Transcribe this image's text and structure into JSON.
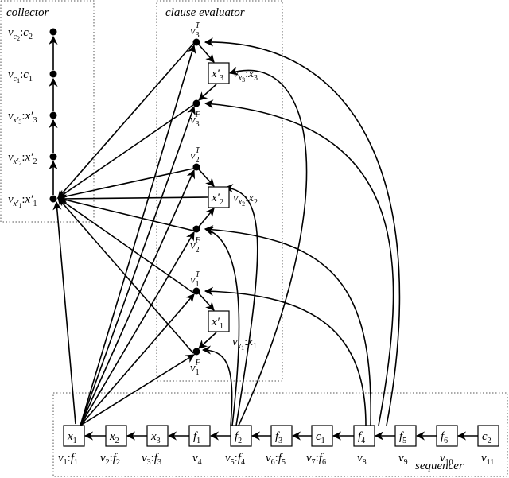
{
  "regions": {
    "collector": "collector",
    "clause_evaluator": "clause evaluator",
    "sequencer": "sequencer"
  },
  "collector_nodes": [
    {
      "id": "vc2",
      "v": "v",
      "vsub": "c",
      "vsub2": "2",
      "name": "c",
      "nsub": "2"
    },
    {
      "id": "vc1",
      "v": "v",
      "vsub": "c",
      "vsub2": "1",
      "name": "c",
      "nsub": "1"
    },
    {
      "id": "vx3p",
      "v": "v",
      "vsub": "x′",
      "vsub2": "3",
      "name": "x′",
      "nsub": "3"
    },
    {
      "id": "vx2p",
      "v": "v",
      "vsub": "x′",
      "vsub2": "2",
      "name": "x′",
      "nsub": "2"
    },
    {
      "id": "vx1p",
      "v": "v",
      "vsub": "x′",
      "vsub2": "1",
      "name": "x′",
      "nsub": "1"
    }
  ],
  "clause_nodes": [
    {
      "id": "v3T",
      "base": "v",
      "sub": "3",
      "sup": "T"
    },
    {
      "id": "v3F",
      "base": "v",
      "sub": "3",
      "sup": "F"
    },
    {
      "id": "v2T",
      "base": "v",
      "sub": "2",
      "sup": "T"
    },
    {
      "id": "v2F",
      "base": "v",
      "sub": "2",
      "sup": "F"
    },
    {
      "id": "v1T",
      "base": "v",
      "sub": "1",
      "sup": "T"
    },
    {
      "id": "v1F",
      "base": "v",
      "sub": "1",
      "sup": "F"
    }
  ],
  "clause_boxes": [
    {
      "id": "x3p",
      "name": "x′",
      "sub": "3",
      "label_v": "v",
      "label_vsub": "x",
      "label_vsub2": "3",
      "label_name": "x",
      "label_nsub": "3"
    },
    {
      "id": "x2p",
      "name": "x′",
      "sub": "2",
      "label_v": "v",
      "label_vsub": "x",
      "label_vsub2": "2",
      "label_name": "x",
      "label_nsub": "2"
    },
    {
      "id": "x1p",
      "name": "x′",
      "sub": "1",
      "label_v": "v",
      "label_vsub": "x",
      "label_vsub2": "1",
      "label_name": "x",
      "label_nsub": "1"
    }
  ],
  "sequencer": [
    {
      "id": "s1",
      "name": "x",
      "sub": "1",
      "lv": "v",
      "lvsub": "1",
      "lname": "f",
      "lnsub": "1"
    },
    {
      "id": "s2",
      "name": "x",
      "sub": "2",
      "lv": "v",
      "lvsub": "2",
      "lname": "f",
      "lnsub": "2"
    },
    {
      "id": "s3",
      "name": "x",
      "sub": "3",
      "lv": "v",
      "lvsub": "3",
      "lname": "f",
      "lnsub": "3"
    },
    {
      "id": "s4",
      "name": "f",
      "sub": "1",
      "lv": "v",
      "lvsub": "4",
      "lname": "",
      "lnsub": ""
    },
    {
      "id": "s5",
      "name": "f",
      "sub": "2",
      "lv": "v",
      "lvsub": "5",
      "lname": "f",
      "lnsub": "4"
    },
    {
      "id": "s6",
      "name": "f",
      "sub": "3",
      "lv": "v",
      "lvsub": "6",
      "lname": "f",
      "lnsub": "5"
    },
    {
      "id": "s7",
      "name": "c",
      "sub": "1",
      "lv": "v",
      "lvsub": "7",
      "lname": "f",
      "lnsub": "6"
    },
    {
      "id": "s8",
      "name": "f",
      "sub": "4",
      "lv": "v",
      "lvsub": "8",
      "lname": "",
      "lnsub": ""
    },
    {
      "id": "s9",
      "name": "f",
      "sub": "5",
      "lv": "v",
      "lvsub": "9",
      "lname": "",
      "lnsub": ""
    },
    {
      "id": "s10",
      "name": "f",
      "sub": "6",
      "lv": "v",
      "lvsub": "10",
      "lname": "",
      "lnsub": ""
    },
    {
      "id": "s11",
      "name": "c",
      "sub": "2",
      "lv": "v",
      "lvsub": "11",
      "lname": "",
      "lnsub": ""
    }
  ],
  "colon": ":"
}
